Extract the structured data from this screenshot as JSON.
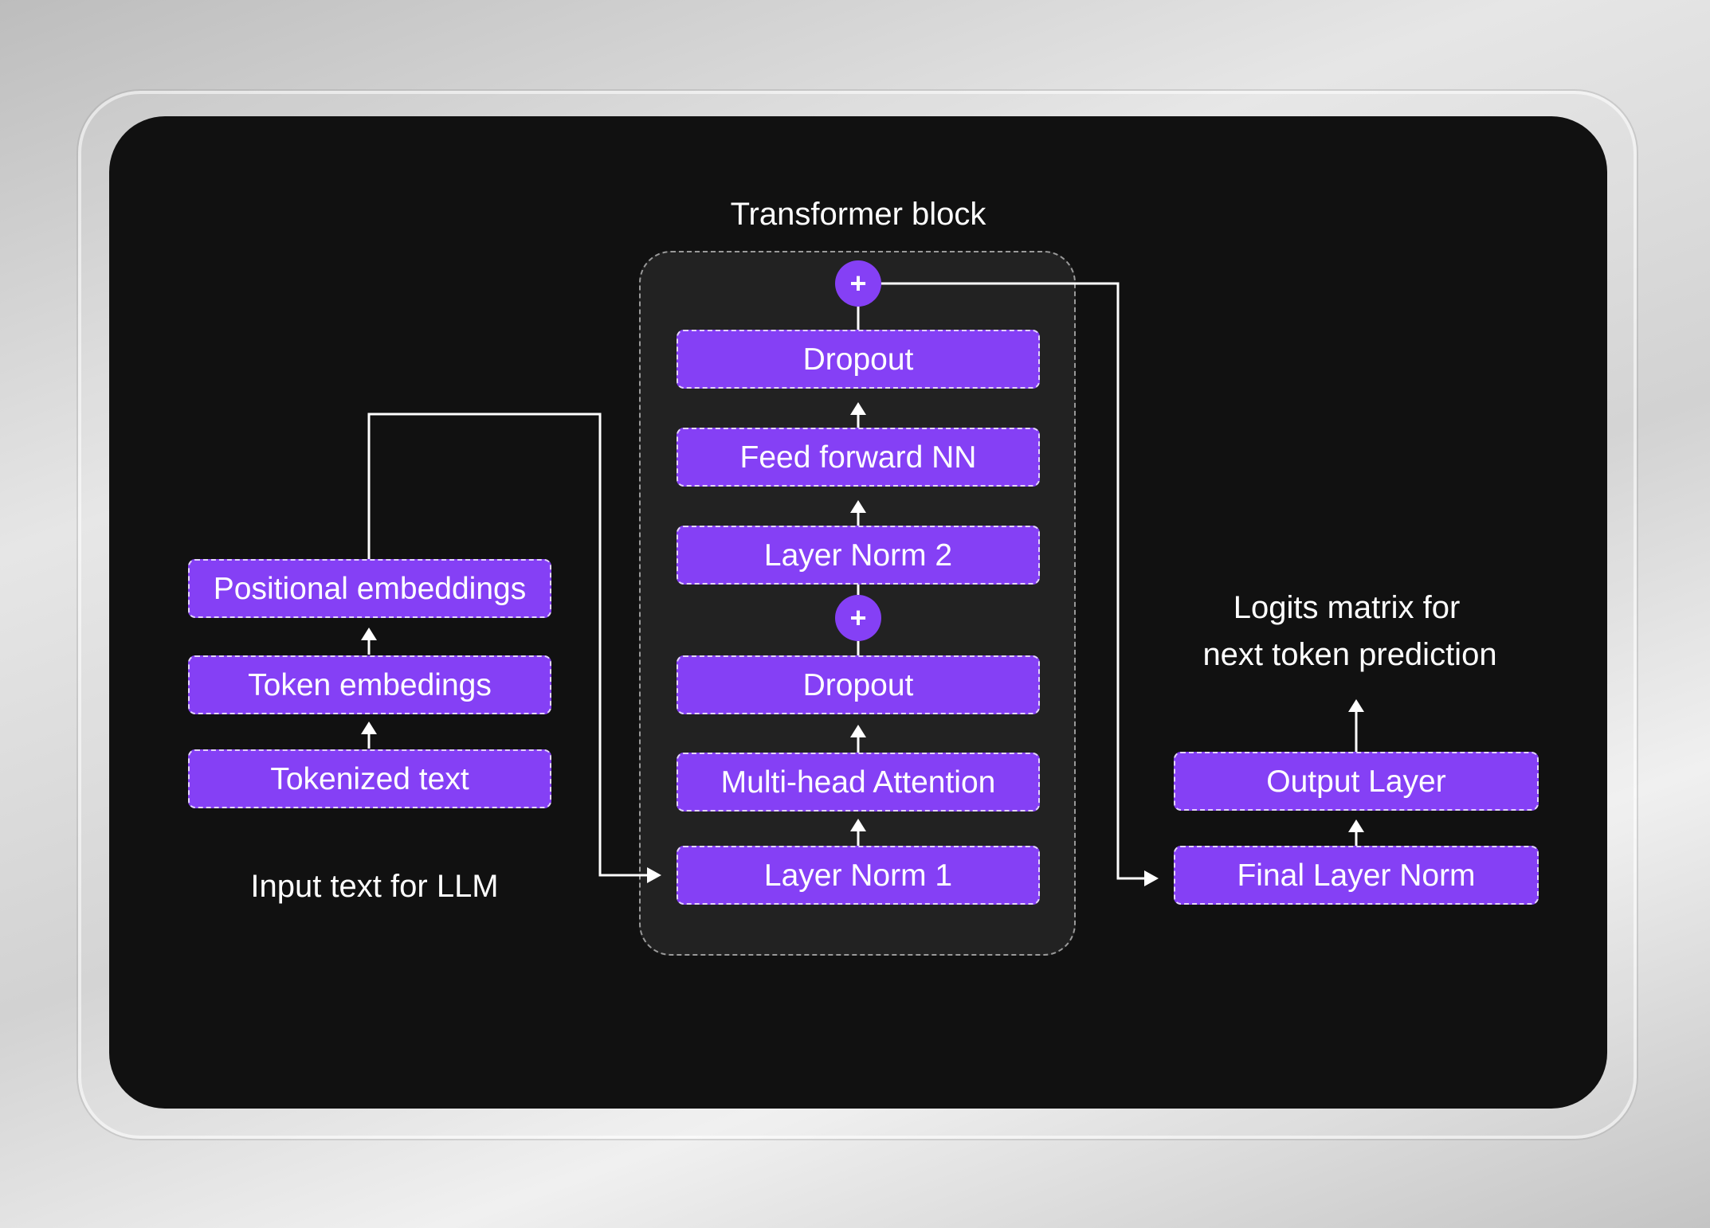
{
  "diagram": {
    "title": "Transformer block",
    "input_caption": "Input text for LLM",
    "output_caption_line1": "Logits matrix for",
    "output_caption_line2": "next token prediction",
    "input_nodes": {
      "positional": "Positional embeddings",
      "token": "Token embedings",
      "tokenized": "Tokenized text"
    },
    "block_nodes": {
      "dropout_top": "Dropout",
      "feed_forward": "Feed forward NN",
      "layer_norm_2": "Layer Norm 2",
      "dropout_bottom": "Dropout",
      "attention": "Multi-head Attention",
      "layer_norm_1": "Layer Norm 1"
    },
    "output_nodes": {
      "output_layer": "Output Layer",
      "final_norm": "Final Layer Norm"
    },
    "residual_symbol": "+",
    "colors": {
      "node_fill": "#8540f5",
      "panel": "#111111",
      "block_bg": "#222222",
      "arrow": "#ffffff"
    }
  }
}
